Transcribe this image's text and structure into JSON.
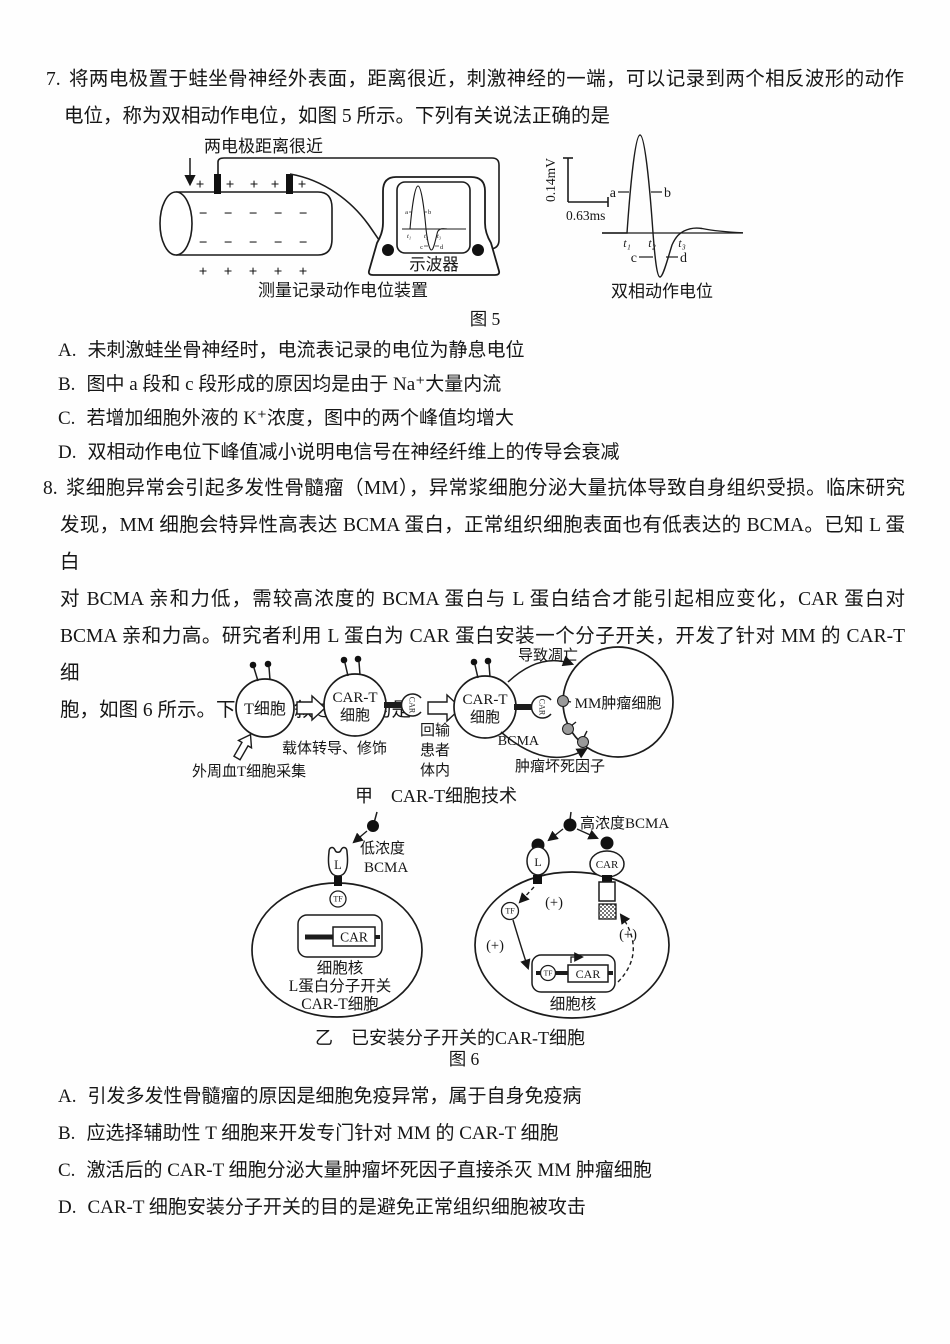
{
  "q7": {
    "number": "7.",
    "stem": [
      "将两电极置于蛙坐骨神经外表面，距离很近，刺激神经的一端，可以记录到两个相反波形的动作",
      "电位，称为双相动作电位，如图 5 所示。下列有关说法正确的是"
    ],
    "fig5": {
      "caption": "图 5",
      "apparatus": {
        "electrodes_label": "两电极距离很近",
        "plus": "+",
        "minus": "−",
        "oscilloscope": "示波器",
        "caption": "测量记录动作电位装置"
      },
      "labels": {
        "a": "a",
        "b": "b",
        "c": "c",
        "d": "d",
        "t1": "t₁",
        "t2": "t₂",
        "t3": "t₃"
      },
      "graph": {
        "y_scale": "0.14mV",
        "x_scale": "0.63ms",
        "caption": "双相动作电位"
      }
    },
    "options": [
      {
        "label": "A.",
        "text": "未刺激蛙坐骨神经时，电流表记录的电位为静息电位"
      },
      {
        "label": "B.",
        "text": "图中 a 段和 c 段形成的原因均是由于 Na⁺大量内流"
      },
      {
        "label": "C.",
        "text": "若增加细胞外液的 K⁺浓度，图中的两个峰值均增大"
      },
      {
        "label": "D.",
        "text": "双相动作电位下峰值减小说明电信号在神经纤维上的传导会衰减"
      }
    ]
  },
  "q8": {
    "number": "8.",
    "stem": [
      "浆细胞异常会引起多发性骨髓瘤（MM），异常浆细胞分泌大量抗体导致自身组织受损。临床研究",
      "发现，MM 细胞会特异性高表达 BCMA 蛋白，正常组织细胞表面也有低表达的 BCMA。已知 L 蛋白",
      "对 BCMA 亲和力低，需较高浓度的 BCMA 蛋白与 L 蛋白结合才能引起相应变化，CAR 蛋白对",
      "BCMA 亲和力高。研究者利用 L 蛋白为 CAR 蛋白安装一个分子开关，开发了针对 MM 的 CAR-T 细",
      "胞，如图 6 所示。下列有关叙述正确的是"
    ],
    "fig6": {
      "caption": "图 6",
      "jia": {
        "t_cell": "T细胞",
        "cart_line1": "CAR-T",
        "cart_line2": "细胞",
        "car": "CAR",
        "collect": "外周血T细胞采集",
        "vector": "载体转导、修饰",
        "reinfuse": [
          "回输",
          "患者",
          "体内"
        ],
        "apoptosis": "导致凋亡",
        "mm_cell": "MM肿瘤细胞",
        "bcma": "BCMA",
        "tnf": "肿瘤坏死因子",
        "caption": "甲　CAR-T细胞技术"
      },
      "yi": {
        "low1": "低浓度",
        "low2": "BCMA",
        "high": "高浓度BCMA",
        "L": "L",
        "TF": "TF",
        "CAR": "CAR",
        "plus": "(+)",
        "nucleus": "细胞核",
        "switch_label": "L蛋白分子开关",
        "cell_label": "CAR-T细胞",
        "caption": "乙　已安装分子开关的CAR-T细胞"
      }
    },
    "options": [
      {
        "label": "A.",
        "text": "引发多发性骨髓瘤的原因是细胞免疫异常，属于自身免疫病"
      },
      {
        "label": "B.",
        "text": "应选择辅助性 T 细胞来开发专门针对 MM 的 CAR-T 细胞"
      },
      {
        "label": "C.",
        "text": "激活后的 CAR-T 细胞分泌大量肿瘤坏死因子直接杀灭 MM 肿瘤细胞"
      },
      {
        "label": "D.",
        "text": "CAR-T 细胞安装分子开关的目的是避免正常组织细胞被攻击"
      }
    ]
  }
}
